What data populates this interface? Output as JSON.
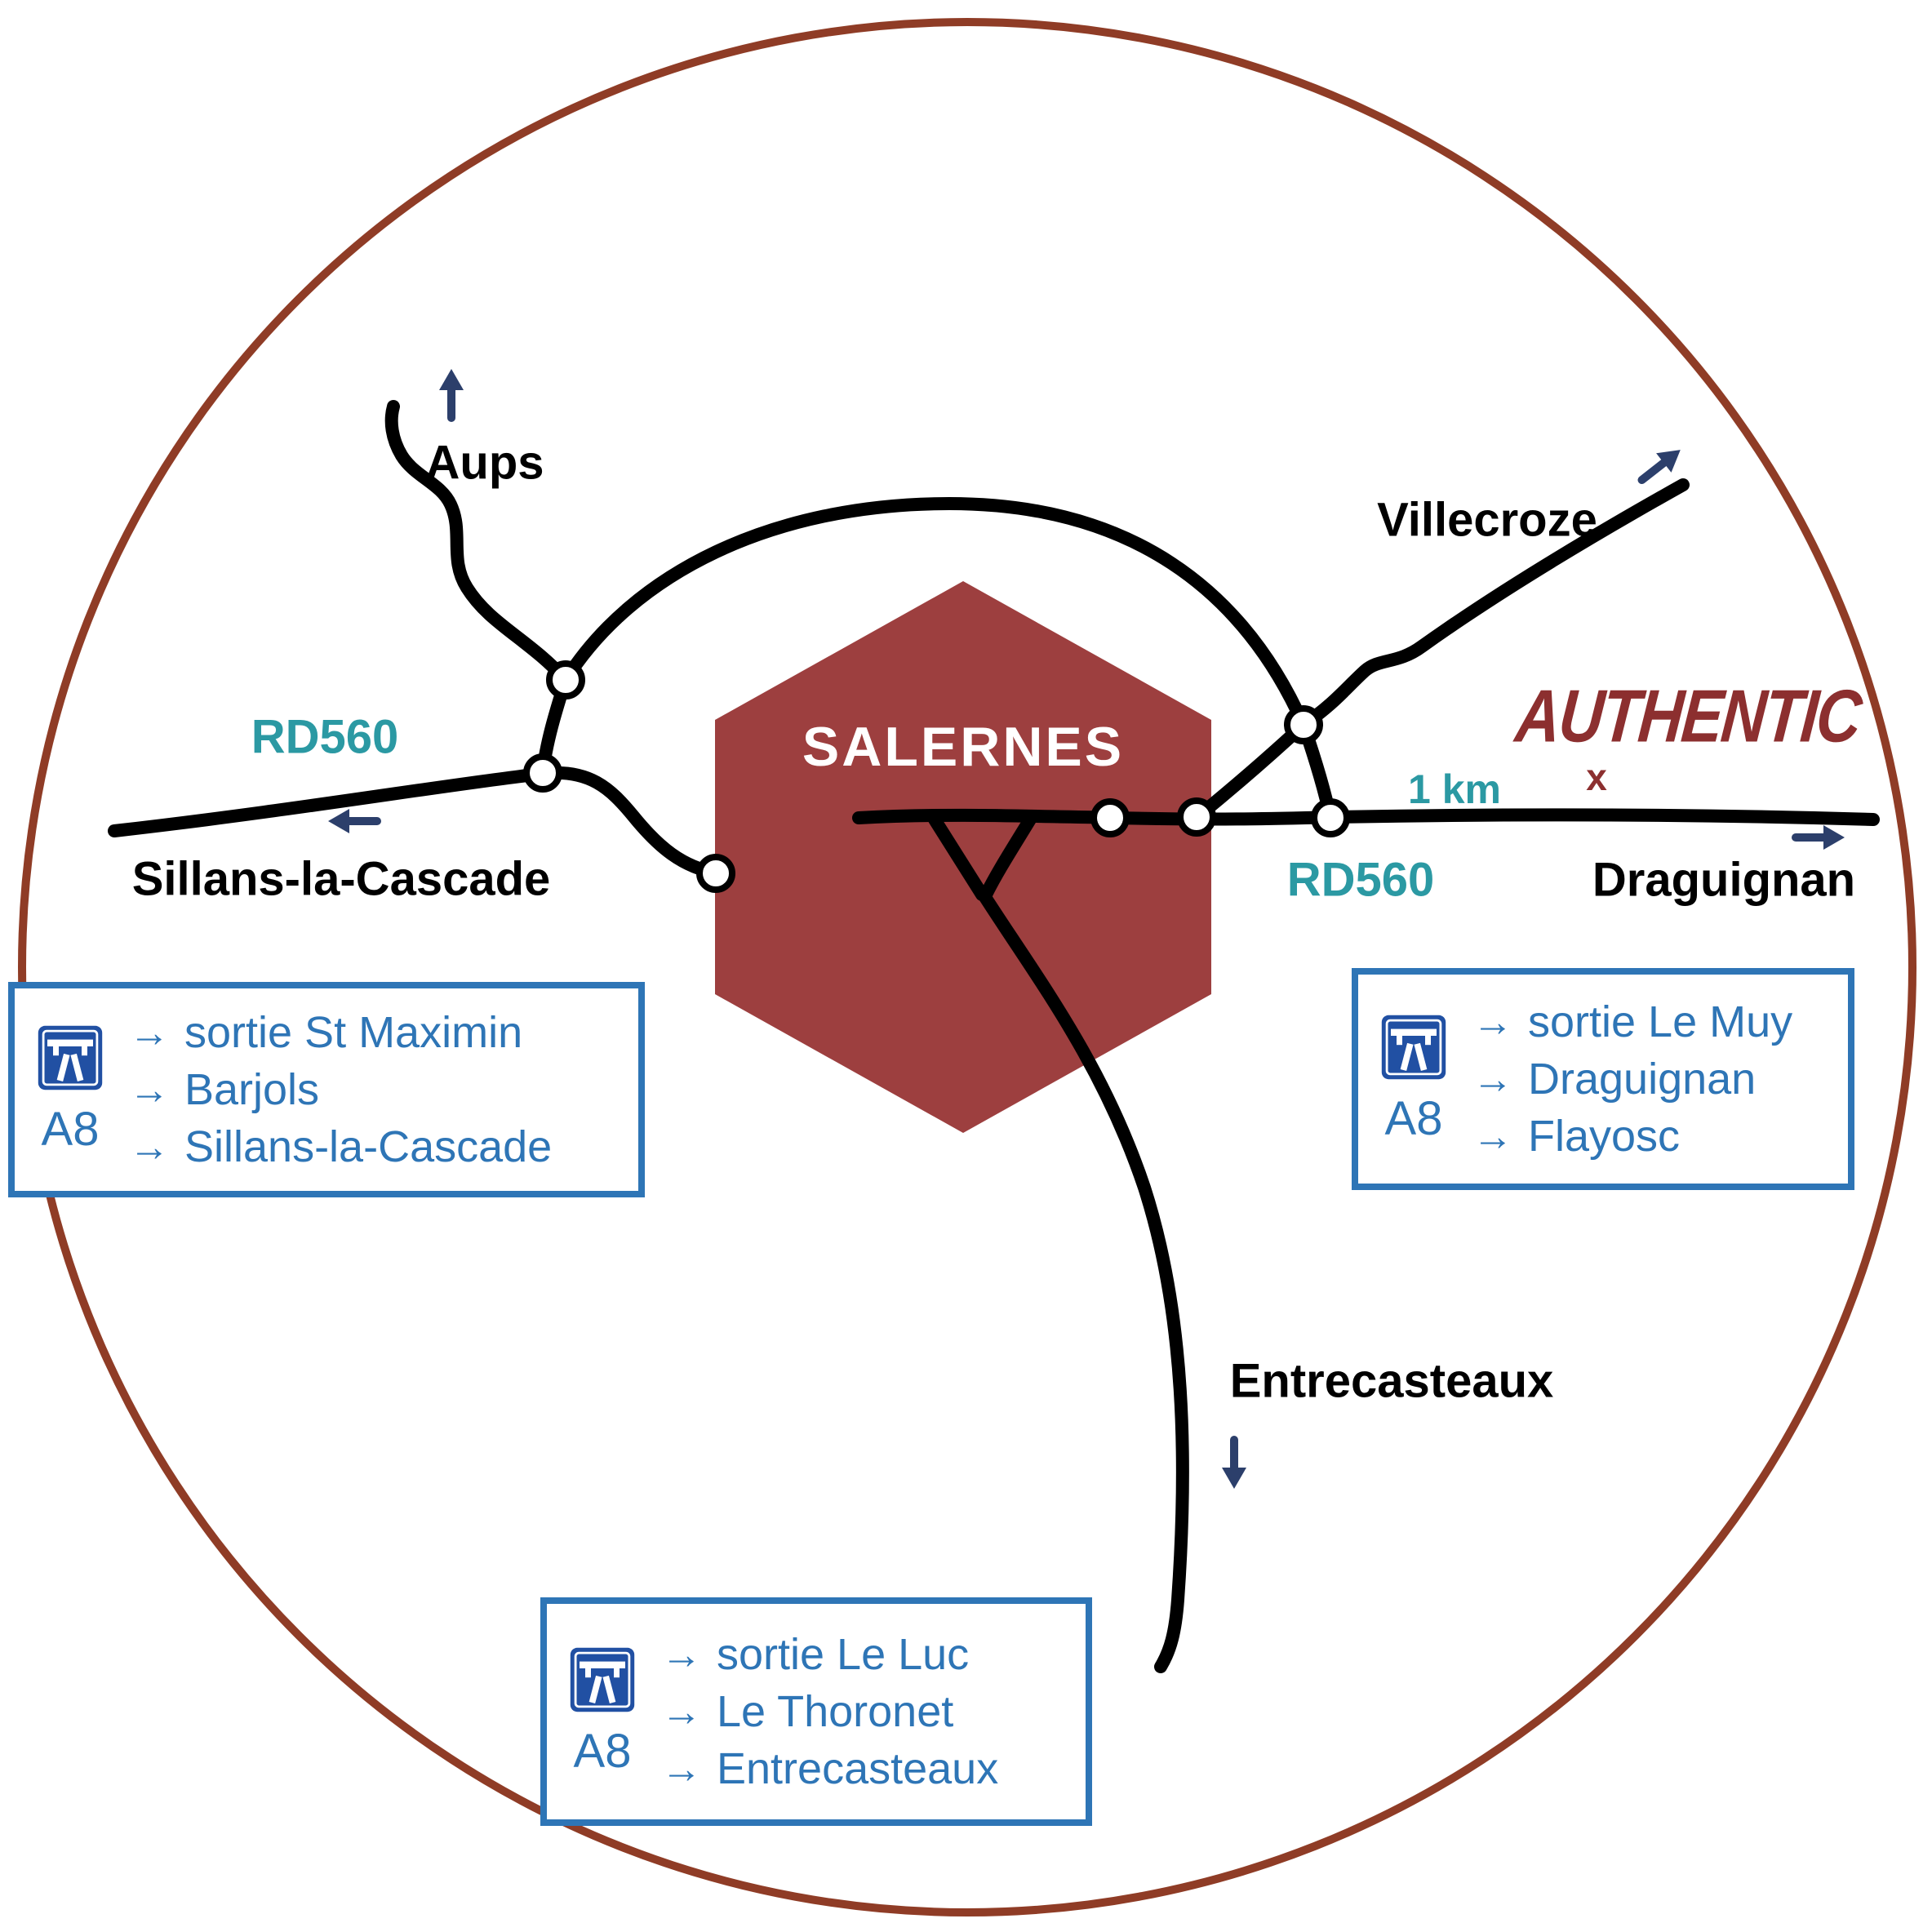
{
  "labels": {
    "salernes": "SALERNES",
    "aups": "Aups",
    "villecroze": "Villecroze",
    "sillans": "Sillans-la-Cascade",
    "draguignan": "Draguignan",
    "entrecasteaux": "Entrecasteaux",
    "rd560_left": "RD560",
    "rd560_right": "RD560",
    "scale": "1 km",
    "brand": "AUTHENTIC",
    "brand_marker": "x"
  },
  "boxes": {
    "left": {
      "road": "A8",
      "items": [
        "sortie St Maximin",
        "Barjols",
        "Sillans-la-Cascade"
      ]
    },
    "right": {
      "road": "A8",
      "items": [
        "sortie Le Muy",
        "Draguignan",
        "Flayosc"
      ]
    },
    "bottom": {
      "road": "A8",
      "items": [
        "sortie Le Luc",
        "Le Thoronet",
        "Entrecasteaux"
      ]
    }
  },
  "icons": {
    "arrow": "→"
  },
  "colors": {
    "ring": "#8f3c26",
    "hex": "#9d3f3f",
    "road": "#000000",
    "blue": "#2e75b6",
    "signblue": "#2150a3",
    "teal": "#2b99a3",
    "navy": "#2c3f6b",
    "maroon": "#8c2f2f"
  }
}
